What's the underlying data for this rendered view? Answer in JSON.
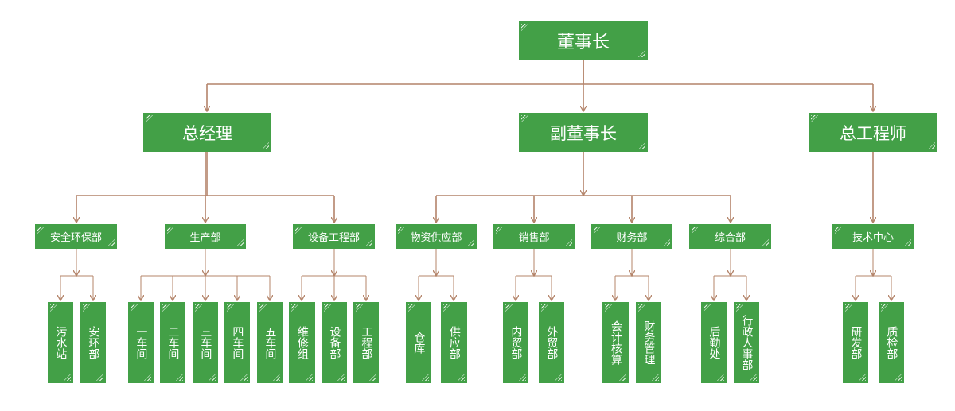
{
  "colors": {
    "box": "#43a047",
    "line": "#b4846a",
    "text": "#ffffff"
  },
  "chairman": "董事长",
  "gm": {
    "label": "总经理",
    "depts": [
      {
        "label": "安全环保部",
        "units": [
          "污水站",
          "安环部"
        ]
      },
      {
        "label": "生产部",
        "units": [
          "一车间",
          "二车间",
          "三车间",
          "四车间",
          "五车间"
        ]
      },
      {
        "label": "设备工程部",
        "units": [
          "维修组",
          "设备部",
          "工程部"
        ]
      }
    ]
  },
  "vice": {
    "label": "副董事长",
    "depts": [
      {
        "label": "物资供应部",
        "units": [
          "仓库",
          "供应部"
        ]
      },
      {
        "label": "销售部",
        "units": [
          "内贸部",
          "外贸部"
        ]
      },
      {
        "label": "财务部",
        "units": [
          "会计核算",
          "财务管理"
        ]
      },
      {
        "label": "综合部",
        "units": [
          "后勤处",
          "行政人事部"
        ]
      }
    ]
  },
  "chief": {
    "label": "总工程师",
    "depts": [
      {
        "label": "技术中心",
        "units": [
          "研发部",
          "质检部"
        ]
      }
    ]
  }
}
